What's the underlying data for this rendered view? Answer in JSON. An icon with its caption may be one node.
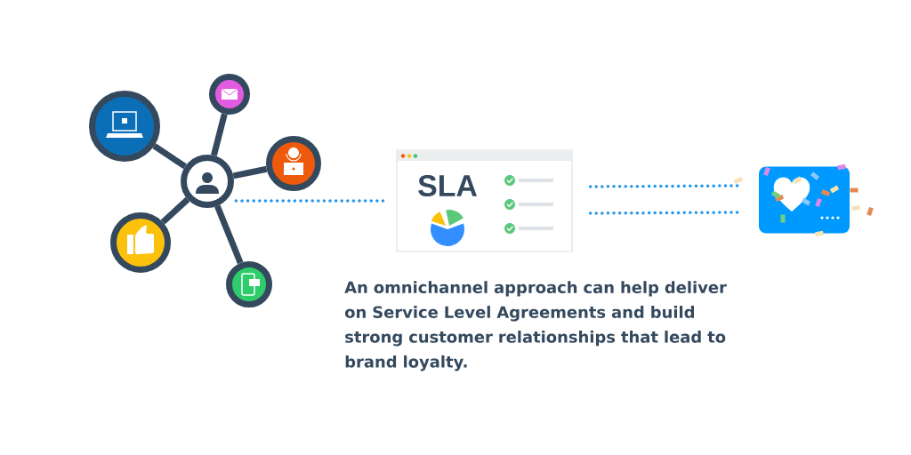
{
  "diagram": {
    "nodes": [
      {
        "text": [],
        "shape": "circle"
      },
      {
        "text": [],
        "shape": "circle"
      },
      {
        "text": [],
        "shape": "circle"
      },
      {
        "text": [],
        "shape": "circle"
      },
      {
        "text": [],
        "shape": "circle"
      },
      {
        "text": [],
        "shape": "circle"
      },
      {
        "text": [
          "SLA"
        ]
      },
      {
        "text": [],
        "shape": "picture"
      }
    ],
    "edges": [
      {
        "from": 0,
        "to": 1,
        "arrow": "none"
      },
      {
        "from": 0,
        "to": 2,
        "arrow": "none"
      },
      {
        "from": 0,
        "to": 3,
        "arrow": "none"
      },
      {
        "from": 0,
        "to": 4,
        "arrow": "none"
      },
      {
        "from": 0,
        "to": 5,
        "arrow": "none"
      },
      {
        "from": 0,
        "to": 6,
        "arrow": "none",
        "style": "dashed",
        "color": "#1e96f0"
      },
      {
        "from": 6,
        "to": 7,
        "arrow": "none",
        "style": "dashed",
        "color": "#1e96f0"
      },
      {
        "from": 6,
        "to": 7,
        "arrow": "none",
        "style": "dashed",
        "color": "#1e96f0"
      }
    ],
    "labels": [
      "An omnichannel approach can help deliver on Service Level Agreements and build strong customer relationships that lead to brand loyalty."
    ]
  }
}
